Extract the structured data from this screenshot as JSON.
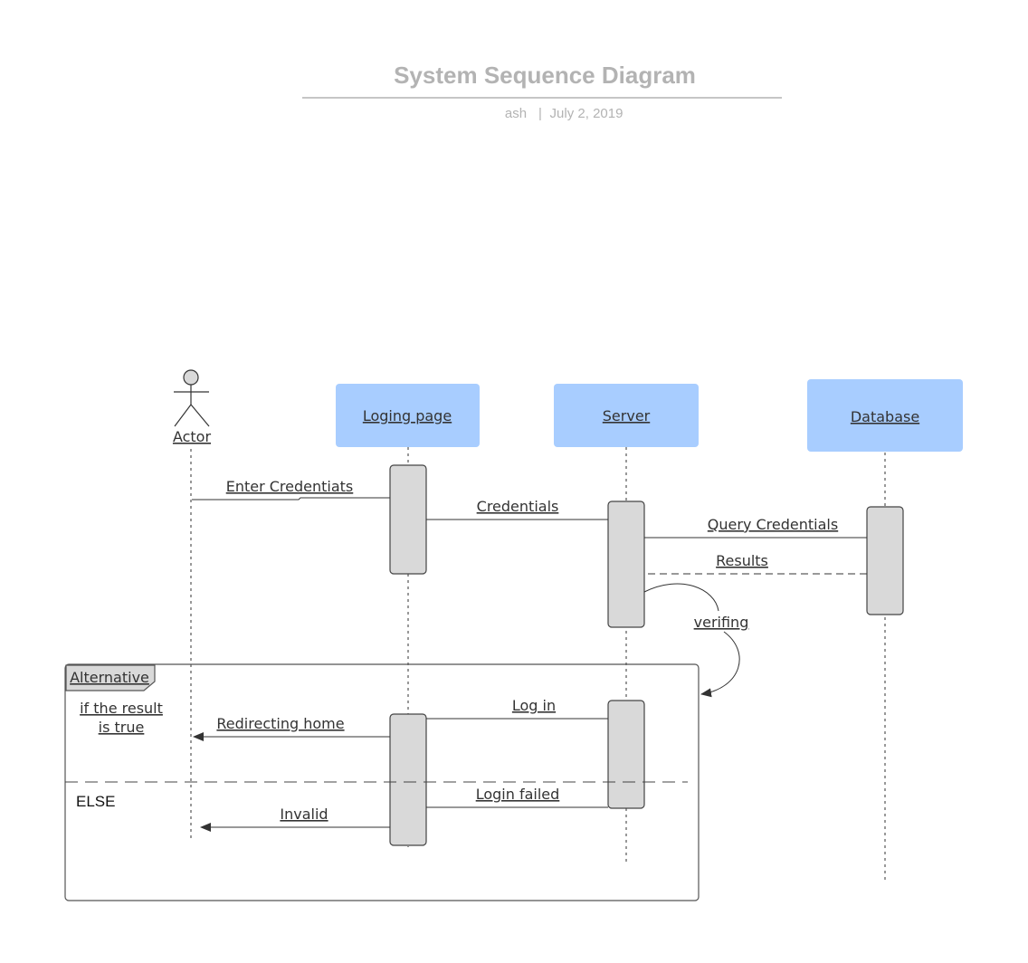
{
  "header": {
    "title": "System Sequence Diagram",
    "author": "ash",
    "separator": "|",
    "date": "July 2, 2019"
  },
  "participants": {
    "actor": "Actor",
    "login_page": "Loging page",
    "server": "Server",
    "database": "Database"
  },
  "messages": {
    "enter_credentials": "Enter Credentiats",
    "credentials": "Credentials",
    "query_credentials": "Query Credentials",
    "results": "Results",
    "verifying": "verifing",
    "log_in": "Log in",
    "redirecting_home": "Redirecting home",
    "login_failed": "Login failed",
    "invalid": "Invalid"
  },
  "fragment": {
    "label": "Alternative",
    "guard_line1": "if the result",
    "guard_line2": "is true",
    "else_label": "ELSE"
  },
  "colors": {
    "participant_fill": "#a8cdff",
    "activation_fill": "#d9d9d9",
    "title_gray": "#b3b3b3"
  }
}
